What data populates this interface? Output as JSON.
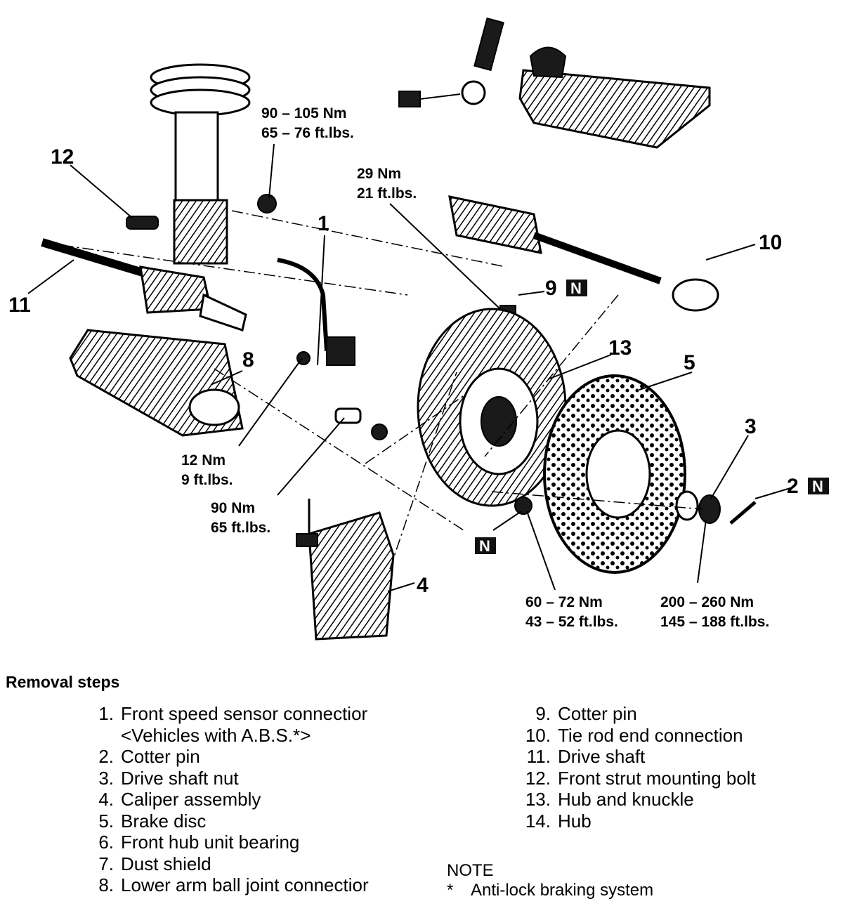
{
  "diagram": {
    "callouts": {
      "c1": "1",
      "c2": "2",
      "c3": "3",
      "c4": "4",
      "c5": "5",
      "c8": "8",
      "c9": "9",
      "c10": "10",
      "c11": "11",
      "c12": "12",
      "c13": "13"
    },
    "new_part_mark": "N",
    "torques": {
      "strut_bolt_nm": "90 – 105 Nm",
      "strut_bolt_ft": "65 – 76 ft.lbs.",
      "tie_rod_nm": "29 Nm",
      "tie_rod_ft": "21 ft.lbs.",
      "sensor_nm": "12 Nm",
      "sensor_ft": "9 ft.lbs.",
      "caliper_nm": "90 Nm",
      "caliper_ft": "65 ft.lbs.",
      "hub_bolt_nm": "60 – 72 Nm",
      "hub_bolt_ft": "43 – 52 ft.lbs.",
      "shaft_nut_nm": "200 – 260 Nm",
      "shaft_nut_ft": "145 – 188 ft.lbs."
    }
  },
  "removal_steps": {
    "heading": "Removal steps",
    "left": [
      {
        "n": "1.",
        "text": "Front speed sensor connectior"
      },
      {
        "n": "",
        "text": "<Vehicles with A.B.S.*>"
      },
      {
        "n": "2.",
        "text": "Cotter pin"
      },
      {
        "n": "3.",
        "text": "Drive shaft nut"
      },
      {
        "n": "4.",
        "text": "Caliper assembly"
      },
      {
        "n": "5.",
        "text": "Brake disc"
      },
      {
        "n": "6.",
        "text": "Front hub unit bearing"
      },
      {
        "n": "7.",
        "text": "Dust shield"
      },
      {
        "n": "8.",
        "text": "Lower arm ball joint connectior"
      }
    ],
    "right": [
      {
        "n": "9.",
        "text": "Cotter pin"
      },
      {
        "n": "10.",
        "text": "Tie rod end connection"
      },
      {
        "n": "11.",
        "text": "Drive shaft"
      },
      {
        "n": "12.",
        "text": "Front strut mounting bolt"
      },
      {
        "n": "13.",
        "text": "Hub and knuckle"
      },
      {
        "n": "14.",
        "text": "Hub"
      }
    ]
  },
  "note": {
    "title": "NOTE",
    "mark": "*",
    "text": "Anti-lock braking system"
  }
}
